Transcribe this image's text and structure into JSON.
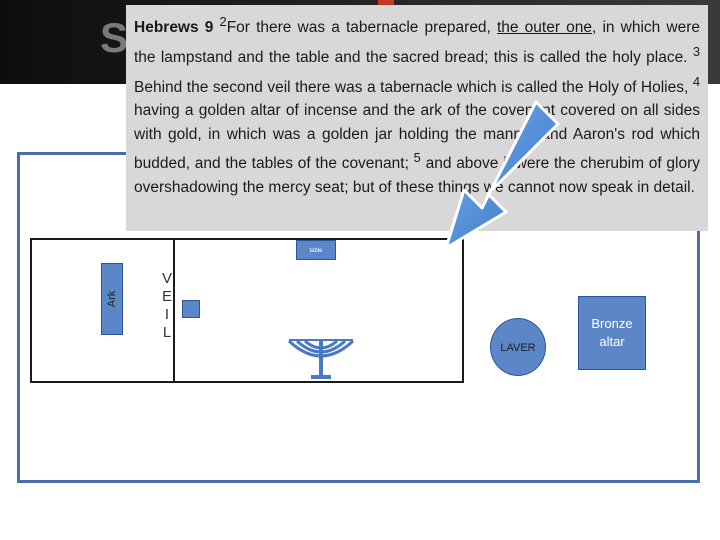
{
  "slide": {
    "title": "S"
  },
  "scripture": {
    "reference": "Hebrews 9",
    "verse2_num": "2",
    "text_part1": "For there was a tabernacle prepared, ",
    "underlined": "the outer one",
    "text_part2": ", in which were the lampstand and the table and the sacred bread; this is called the holy place. ",
    "verse3_num": "3",
    "text_part3": "Behind the second veil there was a tabernacle which is called the Holy of Holies, ",
    "verse4_num": "4",
    "text_part4": "having a golden altar of incense and the ark of the covenant covered on all sides with gold, in which was a golden jar holding the manna, and Aaron's rod which budded, and the tables of the covenant; ",
    "verse5_num": "5",
    "text_part5": "and above it were the cherubim of glory overshadowing the mercy seat; but of these things we cannot now speak in detail."
  },
  "diagram": {
    "ark_label": "Ark",
    "veil_letters": [
      "V",
      "E",
      "I",
      "L"
    ],
    "table_label": "table",
    "laver_label": "LAVER",
    "bronze_altar_label": "Bronze altar"
  },
  "colors": {
    "shape_fill": "#5b87c9",
    "frame_border": "#4a6ea9",
    "arrow_fill": "#4a90d9",
    "scripture_bg": "#d8d8d8"
  }
}
